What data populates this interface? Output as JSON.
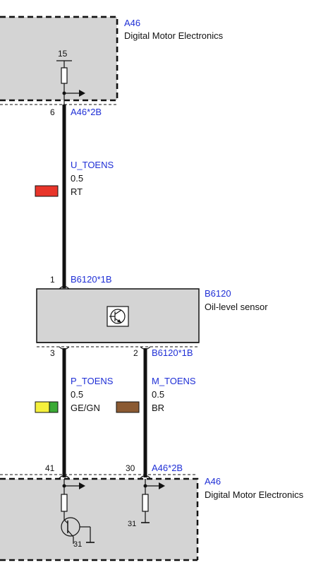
{
  "top_module": {
    "ref": "A46",
    "name": "Digital Motor Electronics",
    "supply_terminal": "15",
    "connector_pin": "6",
    "connector": "A46*2B"
  },
  "wire_top": {
    "signal": "U_TOENS",
    "cross_section": "0.5",
    "color_code": "RT",
    "swatch_colors": [
      "#e8352a"
    ]
  },
  "sensor": {
    "ref": "B6120",
    "name": "Oil-level sensor",
    "top_pin": "1",
    "top_connector": "B6120*1B",
    "bottom_left_pin": "3",
    "bottom_right_pin": "2",
    "bottom_connector": "B6120*1B"
  },
  "wire_left": {
    "signal": "P_TOENS",
    "cross_section": "0.5",
    "color_code": "GE/GN",
    "swatch_colors": [
      "#f5f03c",
      "#3aaa35"
    ]
  },
  "wire_right": {
    "signal": "M_TOENS",
    "cross_section": "0.5",
    "color_code": "BR",
    "swatch_colors": [
      "#8b5a32"
    ]
  },
  "bottom_module": {
    "ref": "A46",
    "name": "Digital Motor Electronics",
    "pin_left": "41",
    "pin_right": "30",
    "connector": "A46*2B",
    "ground_left": "31",
    "ground_right": "31"
  },
  "colors": {
    "label_blue": "#1f2fd6",
    "module_fill": "#d4d4d4",
    "wire": "#111111"
  }
}
